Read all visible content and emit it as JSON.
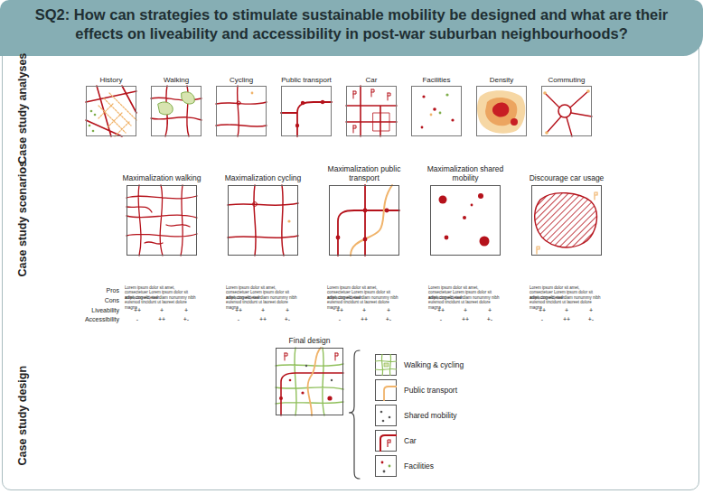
{
  "diagram": {
    "title": "SQ2: How can strategies to stimulate sustainable mobility be designed and what are their effects on liveability and accessibility in post-war suburban neighbourhoods?",
    "nodes": [
      {
        "text": [
          "History"
        ]
      },
      {
        "text": [
          "Walking"
        ]
      },
      {
        "text": [
          "Cycling"
        ]
      },
      {
        "text": [
          "Public transport"
        ]
      },
      {
        "text": [
          "Car"
        ]
      },
      {
        "text": [
          "Facilities"
        ]
      },
      {
        "text": [
          "Density"
        ]
      },
      {
        "text": [
          "Commuting"
        ]
      },
      {
        "text": [
          "Maximalization walking"
        ]
      },
      {
        "text": [
          "Maximalization cycling"
        ]
      },
      {
        "text": [
          "Maximalization public transport"
        ]
      },
      {
        "text": [
          "Maximalization shared mobility"
        ]
      },
      {
        "text": [
          "Discourage car usage"
        ]
      },
      {
        "text": [
          "Final design"
        ]
      }
    ],
    "labels": [
      "Case study analyses",
      "Case study scenarios",
      "Case study design",
      "Pros",
      "Cons",
      "Liveability",
      "Accessibility",
      "Lorem ipsum dolor sit amet, consectetuer Lorem ipsum dolor sit amet, consectetuer",
      "adipiscing elit, sed diam nonummy nibh euismod tincidunt ut laoreet dolore magna",
      "++",
      "+",
      "+",
      "-",
      "++",
      "+-",
      "Lorem ipsum dolor sit amet, consectetuer Lorem ipsum dolor sit amet, consectetuer",
      "adipiscing elit, sed diam nonummy nibh euismod tincidunt ut laoreet dolore magna",
      "++",
      "+",
      "+",
      "-",
      "++",
      "+-",
      "Lorem ipsum dolor sit amet, consectetuer Lorem ipsum dolor sit amet, consectetuer",
      "adipiscing elit, sed diam nonummy nibh euismod tincidunt ut laoreet dolore magna",
      "++",
      "+",
      "+",
      "-",
      "++",
      "+-",
      "Lorem ipsum dolor sit amet, consectetuer Lorem ipsum dolor sit amet, consectetuer",
      "adipiscing elit, sed diam nonummy nibh euismod tincidunt ut laoreet dolore magna",
      "++",
      "+",
      "+",
      "-",
      "++",
      "+-",
      "Lorem ipsum dolor sit amet, consectetuer Lorem ipsum dolor sit amet, consectetuer",
      "adipiscing elit, sed diam nonummy nibh euismod tincidunt ut laoreet dolore magna",
      "++",
      "+",
      "+",
      "-",
      "++",
      "+-"
    ],
    "legend": [
      {
        "text": "Walking & cycling"
      },
      {
        "text": "Public transport"
      },
      {
        "text": "Shared mobility"
      },
      {
        "text": "Car"
      },
      {
        "text": "Facilities"
      }
    ]
  }
}
